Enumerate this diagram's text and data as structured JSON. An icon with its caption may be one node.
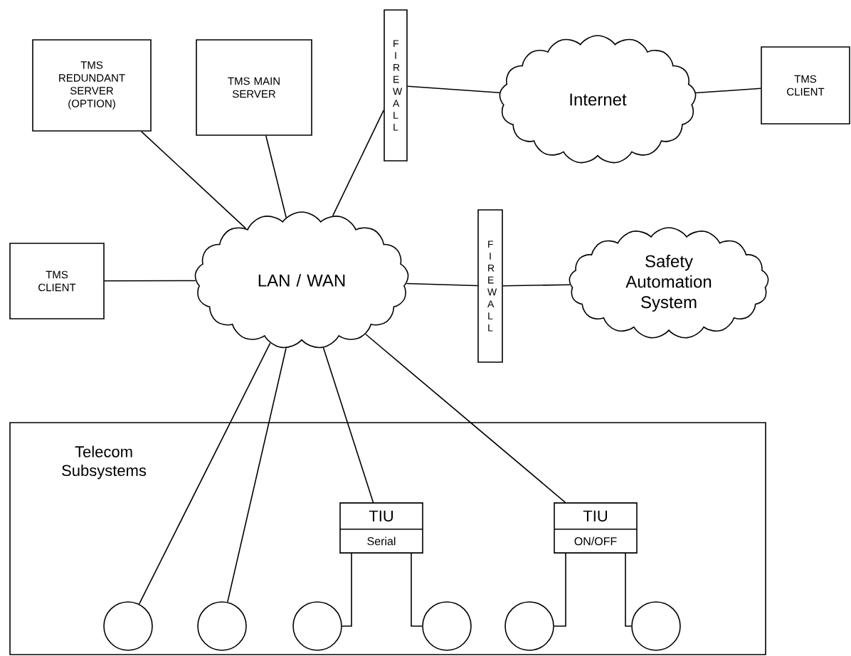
{
  "diagram": {
    "nodes": [
      {
        "text": [
          "TMS REDUNDANT SERVER (OPTION)"
        ]
      },
      {
        "text": [
          "TMS MAIN SERVER"
        ]
      },
      {
        "text": [
          "FIREWALL"
        ]
      },
      {
        "text": [
          "Internet"
        ]
      },
      {
        "text": [
          "TMS CLIENT"
        ]
      },
      {
        "text": [
          "TMS CLIENT"
        ]
      },
      {
        "text": [
          "LAN / WAN"
        ]
      },
      {
        "text": [
          "FIREWALL"
        ]
      },
      {
        "text": [
          "Safety Automation System"
        ]
      },
      {
        "text": [
          "Telecom Subsystems"
        ]
      },
      {
        "text": [
          "TIU",
          "Serial"
        ],
        "in": 9
      },
      {
        "text": [
          "TIU",
          "ON/OFF"
        ],
        "in": 9
      },
      {
        "text": [],
        "shape": "circle",
        "in": 9
      },
      {
        "text": [],
        "shape": "circle",
        "in": 9
      },
      {
        "text": [],
        "shape": "circle",
        "in": 9
      },
      {
        "text": [],
        "shape": "circle",
        "in": 9
      },
      {
        "text": [],
        "shape": "circle",
        "in": 9
      },
      {
        "text": [],
        "shape": "circle",
        "in": 9
      }
    ],
    "edges": [
      {
        "from": 0,
        "to": 6,
        "arrow": "none"
      },
      {
        "from": 1,
        "to": 6,
        "arrow": "none"
      },
      {
        "from": 6,
        "to": 2,
        "arrow": "none"
      },
      {
        "from": 2,
        "to": 3,
        "arrow": "none"
      },
      {
        "from": 3,
        "to": 4,
        "arrow": "none"
      },
      {
        "from": 5,
        "to": 6,
        "arrow": "none"
      },
      {
        "from": 6,
        "to": 7,
        "arrow": "none"
      },
      {
        "from": 7,
        "to": 8,
        "arrow": "none"
      },
      {
        "from": 6,
        "to": 12,
        "arrow": "none"
      },
      {
        "from": 6,
        "to": 13,
        "arrow": "none"
      },
      {
        "from": 6,
        "to": 10,
        "arrow": "none"
      },
      {
        "from": 6,
        "to": 11,
        "arrow": "none"
      },
      {
        "from": 10,
        "to": 14,
        "arrow": "none"
      },
      {
        "from": 10,
        "to": 15,
        "arrow": "none"
      },
      {
        "from": 11,
        "to": 16,
        "arrow": "none"
      },
      {
        "from": 11,
        "to": 17,
        "arrow": "none"
      }
    ]
  }
}
